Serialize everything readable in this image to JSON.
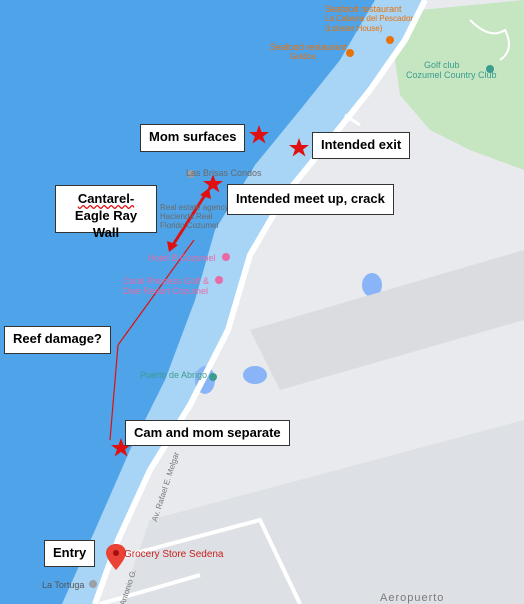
{
  "map": {
    "colors": {
      "sea": "#4fa3e8",
      "shallow": "#a8d4f5",
      "land": "#e8eaed",
      "park": "#c6e5c1",
      "road": "#ffffff",
      "marker": "#e01010",
      "pin": "#ea4335"
    },
    "callouts": {
      "mom_surfaces": "Mom surfaces",
      "intended_exit": "Intended exit",
      "cantarel_line1": "Cantarel-",
      "cantarel_line2": "Eagle Ray Wall",
      "intended_meet_up": "Intended meet up, crack",
      "reef_damage": "Reef damage?",
      "cam_and_mom": "Cam and mom separate",
      "entry": "Entry"
    },
    "pois": {
      "seafood1_title": "Seafood restaurant",
      "seafood1_sub1": "La Cabana del Pescador",
      "seafood1_sub2": "(Lobster House)",
      "seafood2_title": "Seafood restaurant",
      "seafood2_sub": "Guidos",
      "golf_title": "Golf club",
      "golf_sub": "Cozumel Country Club",
      "las_brisas": "Las Brisas Condos",
      "real_estate1": "Real estate agency",
      "real_estate2": "Hacienda Real",
      "real_estate3": "Florido Cozumel",
      "hotel": "Hotel B Cozumel",
      "coral1": "Coral Princess Golf &",
      "coral2": "Dive Resort Cozumel",
      "puerto": "Puerto de Abrigo",
      "grocery": "Grocery Store Sedena",
      "tortuga": "La Tortuga",
      "aeropuerto": "Aeropuerto",
      "road1": "Av. Rafael E. Melgar",
      "road2": "Antonio G."
    },
    "icons": [
      "star-marker-icon",
      "map-pin-icon",
      "poi-icon",
      "red-arrow"
    ]
  }
}
